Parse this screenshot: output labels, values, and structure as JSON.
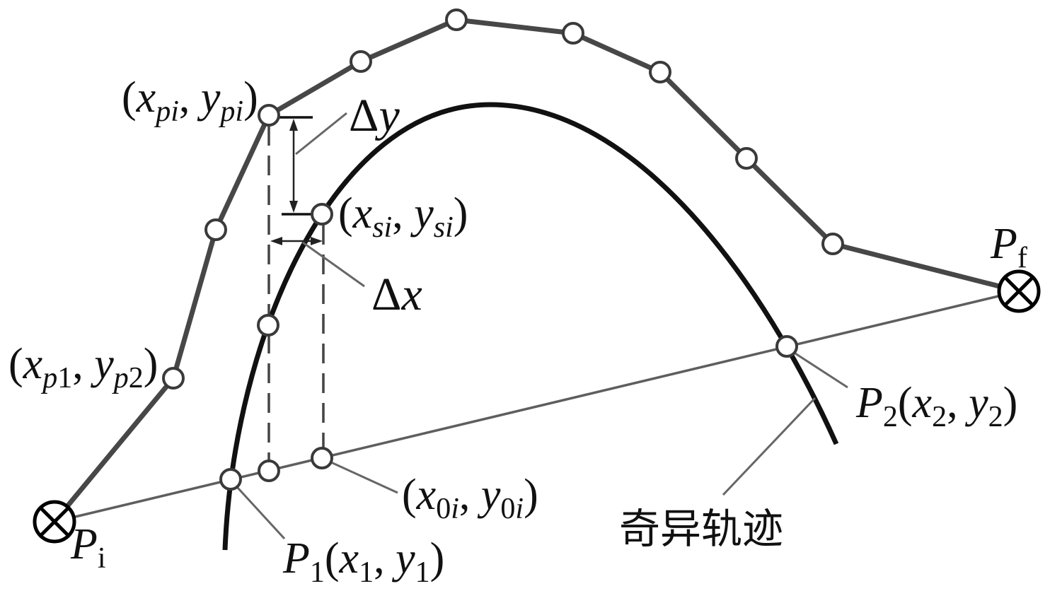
{
  "diagram": {
    "point_pi_label": [
      "(",
      "x",
      "pi",
      ", ",
      "y",
      "pi",
      ")"
    ],
    "point_si_label": [
      "(",
      "x",
      "si",
      ", ",
      "y",
      "si",
      ")"
    ],
    "point_p1_label": [
      "(",
      "x",
      "p",
      "1",
      ", ",
      "y",
      "p",
      "2",
      ")"
    ],
    "point_0i_label": [
      "(",
      "x",
      "0",
      "i",
      ", ",
      "y",
      "0",
      "i",
      ")"
    ],
    "p1_label": [
      "P",
      "1",
      "(",
      "x",
      "1",
      ", ",
      "y",
      "1",
      ")"
    ],
    "p2_label": [
      "P",
      "2",
      "(",
      "x",
      "2",
      ", ",
      "y",
      "2",
      ")"
    ],
    "pf_label": [
      "P",
      "f"
    ],
    "pi_label": [
      "P",
      "i"
    ],
    "delta_y_label": [
      "Δ",
      "y"
    ],
    "delta_x_label": [
      "Δ",
      "x"
    ],
    "singular_trajectory_label": "奇异轨迹"
  }
}
